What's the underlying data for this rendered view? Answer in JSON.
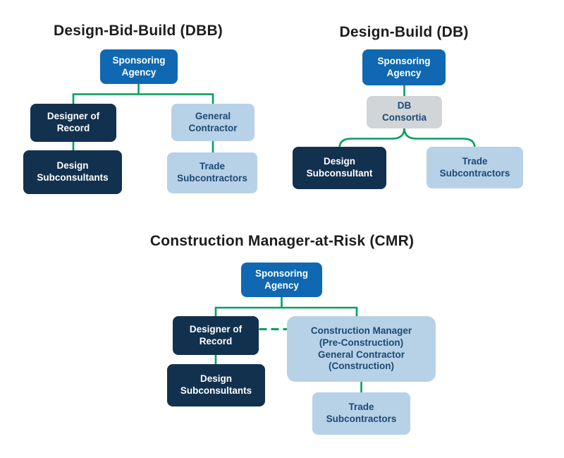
{
  "colors": {
    "background": "#ffffff",
    "title_text": "#1d1d1b",
    "primary_blue": "#0f68b1",
    "dark_navy": "#12314f",
    "light_blue": "#b7d1e7",
    "gray": "#d2d5d8",
    "text_on_dark": "#ffffff",
    "text_on_light": "#1b4a74",
    "connector_green": "#00a15d"
  },
  "diagrams": [
    {
      "title": "Design-Bid-Build (DBB)",
      "nodes": [
        {
          "name": "sponsoring-agency",
          "label": "Sponsoring\nAgency",
          "variant": "primary"
        },
        {
          "name": "designer-of-record",
          "label": "Designer of\nRecord",
          "variant": "navy"
        },
        {
          "name": "general-contractor",
          "label": "General\nContractor",
          "variant": "light"
        },
        {
          "name": "design-subconsultants",
          "label": "Design\nSubconsultants",
          "variant": "navy"
        },
        {
          "name": "trade-subcontractors",
          "label": "Trade\nSubcontractors",
          "variant": "light"
        }
      ]
    },
    {
      "title": "Design-Build (DB)",
      "nodes": [
        {
          "name": "sponsoring-agency",
          "label": "Sponsoring\nAgency",
          "variant": "primary"
        },
        {
          "name": "db-consortia",
          "label": "DB\nConsortia",
          "variant": "gray"
        },
        {
          "name": "design-subconsultant",
          "label": "Design\nSubconsultant",
          "variant": "navy"
        },
        {
          "name": "trade-subcontractors",
          "label": "Trade\nSubcontractors",
          "variant": "light"
        }
      ]
    },
    {
      "title": "Construction Manager-at-Risk (CMR)",
      "nodes": [
        {
          "name": "sponsoring-agency",
          "label": "Sponsoring\nAgency",
          "variant": "primary"
        },
        {
          "name": "designer-of-record",
          "label": "Designer of\nRecord",
          "variant": "navy"
        },
        {
          "name": "construction-manager",
          "label": "Construction Manager\n(Pre-Construction)\nGeneral Contractor\n(Construction)",
          "variant": "light"
        },
        {
          "name": "design-subconsultants",
          "label": "Design\nSubconsultants",
          "variant": "navy"
        },
        {
          "name": "trade-subcontractors",
          "label": "Trade\nSubcontractors",
          "variant": "light"
        }
      ]
    }
  ]
}
